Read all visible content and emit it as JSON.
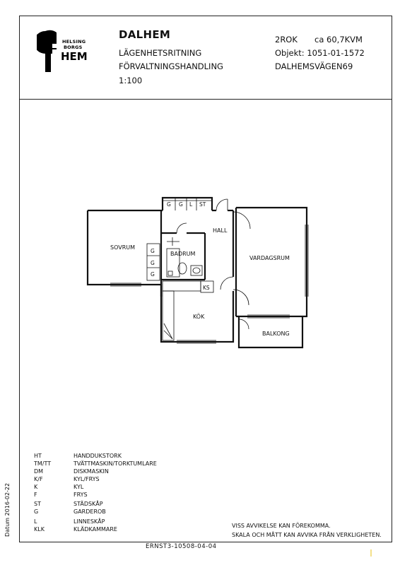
{
  "logo": {
    "line1": "HELSINGBORGS",
    "line2": "HEM",
    "l1a": "HELSING",
    "l1b": "BORGS"
  },
  "header": {
    "area_name": "DALHEM",
    "drawing_type": "LÄGENHETSRITNING",
    "purpose": "FÖRVALTNINGSHANDLING",
    "scale": "1:100",
    "rooms": "2ROK",
    "size": "ca 60,7KVM",
    "object": "Objekt: 1051-01-1572",
    "address": "DALHEMSVÄGEN69"
  },
  "rooms": {
    "sovrum": "SOVRUM",
    "badrum": "BADRUM",
    "hall": "HALL",
    "vardagsrum": "VARDAGSRUM",
    "kok": "KÖK",
    "balkong": "BALKONG"
  },
  "fixtures": {
    "g": "G",
    "l": "L",
    "st": "ST",
    "ks": "KS"
  },
  "legend": [
    {
      "code": "HT",
      "text": "HANDDUKSTORK"
    },
    {
      "code": "TM/TT",
      "text": "TVÄTTMASKIN/TORKTUMLARE"
    },
    {
      "code": "DM",
      "text": "DISKMASKIN"
    },
    {
      "code": "K/F",
      "text": "KYL/FRYS"
    },
    {
      "code": "K",
      "text": "KYL"
    },
    {
      "code": "F",
      "text": "FRYS"
    },
    {
      "code": "ST",
      "text": "STÄDSKÅP"
    },
    {
      "code": "G",
      "text": "GARDEROB"
    },
    {
      "code": "L",
      "text": "LINNESKÅP"
    },
    {
      "code": "KLK",
      "text": "KLÄDKAMMARE"
    }
  ],
  "notes": {
    "line1": "VISS AVVIKELSE KAN FÖREKOMMA.",
    "line2": "SKALA OCH MÅTT KAN AVVIKA FRÅN VERKLIGHETEN."
  },
  "drawing_number": "ERNST3-10508-04-04",
  "datum": "Datum 2016-02-22"
}
